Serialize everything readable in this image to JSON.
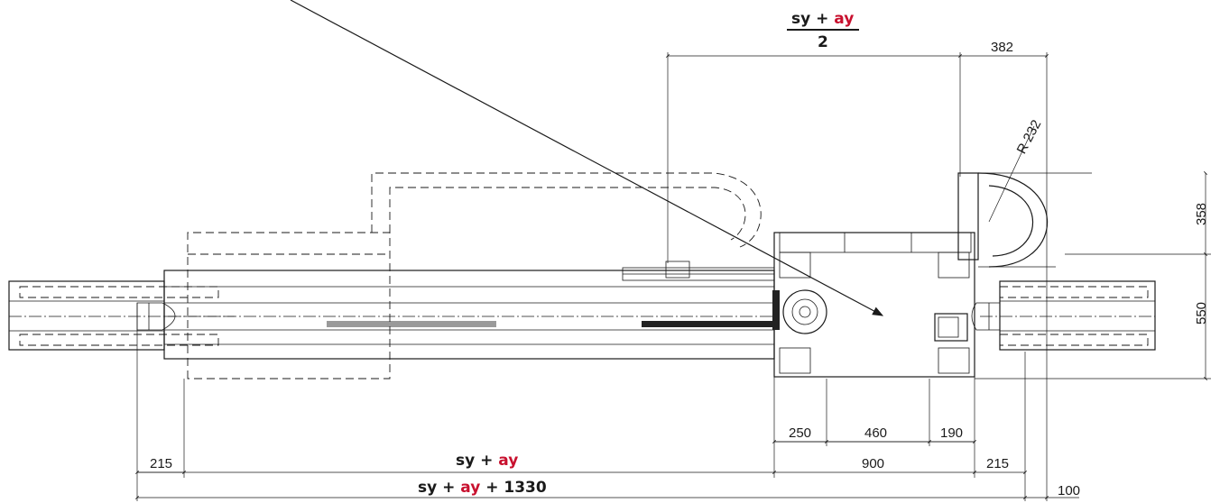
{
  "labels": {
    "top_fraction_numerator_prefix": "sy + ",
    "top_fraction_numerator_accent": "ay",
    "top_fraction_denominator": "2",
    "dim_382": "382",
    "radius": "R 232",
    "dim_358": "358",
    "dim_550": "550",
    "dim_250": "250",
    "dim_460": "460",
    "dim_190": "190",
    "dim_215_left": "215",
    "dim_900": "900",
    "dim_215_right": "215",
    "dim_100": "100",
    "mid_formula_prefix": "sy + ",
    "mid_formula_accent": "ay",
    "bottom_formula_prefix": "sy + ",
    "bottom_formula_accent": "ay",
    "bottom_formula_suffix": " + 1330"
  },
  "colors": {
    "accent": "#c8102e",
    "line": "#1a1a1a"
  }
}
